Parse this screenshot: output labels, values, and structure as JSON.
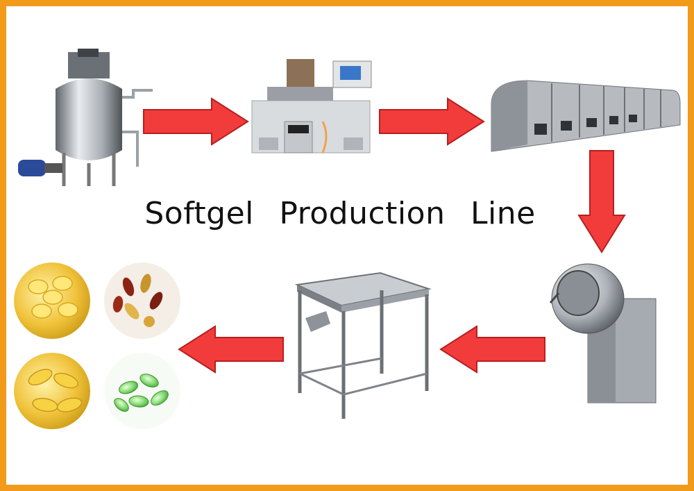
{
  "diagram": {
    "title": "Softgel   Production   Line",
    "colors": {
      "border": "#f29a1a",
      "arrow": "#f23c3c",
      "arrow_edge": "#b71f1f",
      "steel": "#b9bdc2",
      "steel_dark": "#6d7278"
    },
    "stations": [
      {
        "id": "mixing-tank",
        "icon": "jacketed-mixing-tank"
      },
      {
        "id": "encapsulation-machine",
        "icon": "softgel-encapsulation-machine"
      },
      {
        "id": "tumble-dryer",
        "icon": "tunnel-tumble-dryer"
      },
      {
        "id": "coating-pan",
        "icon": "polishing-coating-pan"
      },
      {
        "id": "inspection-table",
        "icon": "inspection-table"
      },
      {
        "id": "finished-softgels",
        "icon": "finished-softgel-capsules"
      }
    ]
  }
}
